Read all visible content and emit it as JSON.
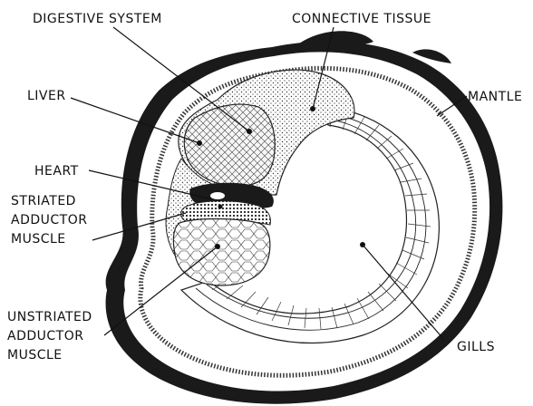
{
  "diagram": {
    "labels": {
      "digestive_system": "DIGESTIVE SYSTEM",
      "connective_tissue": "CONNECTIVE TISSUE",
      "liver": "LIVER",
      "mantle": "MANTLE",
      "heart": "HEART",
      "striated_adductor_muscle": "STRIATED\nADDUCTOR\nMUSCLE",
      "unstriated_adductor_muscle": "UNSTRIATED\nADDUCTOR\nMUSCLE",
      "gills": "GILLS"
    }
  },
  "colors": {
    "ink": "#111111",
    "shell": "#1a1a1a",
    "background": "#ffffff"
  }
}
